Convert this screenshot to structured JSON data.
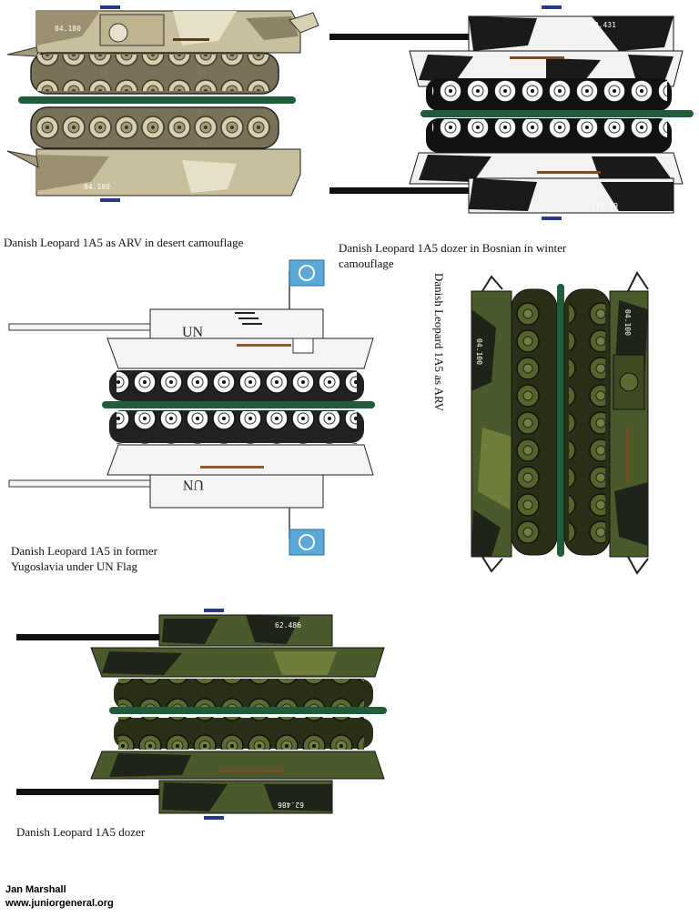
{
  "captions": {
    "desert_arv": "Danish Leopard 1A5 as ARV in desert camouflage",
    "bosnian_dozer": "Danish Leopard 1A5 dozer in Bosnian in winter camouflage",
    "arv_green": "Danish Leopard 1A5 as ARV",
    "un_flag": "Danish Leopard 1A5 in former Yugoslavia under UN Flag",
    "dozer_green": "Danish Leopard 1A5 dozer"
  },
  "markings": {
    "desert_top": "04.180",
    "desert_bottom": "04.180",
    "winter_top": "62.431",
    "winter_bottom": "62.431",
    "arv_left": "04.100",
    "arv_right": "04.100",
    "un_top": "UN",
    "un_bottom": "UN",
    "dozer_top": "62.486",
    "dozer_bottom": "62.486"
  },
  "credit": {
    "author": "Jan Marshall",
    "site": "www.juniorgeneral.org"
  },
  "colors": {
    "fold_line": "#1e5c3a",
    "desert_sand": "#c8bf9c",
    "desert_tan": "#9a9070",
    "winter_white": "#f2f2f2",
    "winter_black": "#1a1a1a",
    "nato_green": "#4a5a2a",
    "nato_dark": "#1e2418",
    "un_white": "#f4f4f4",
    "un_blue": "#5aa8d8"
  }
}
